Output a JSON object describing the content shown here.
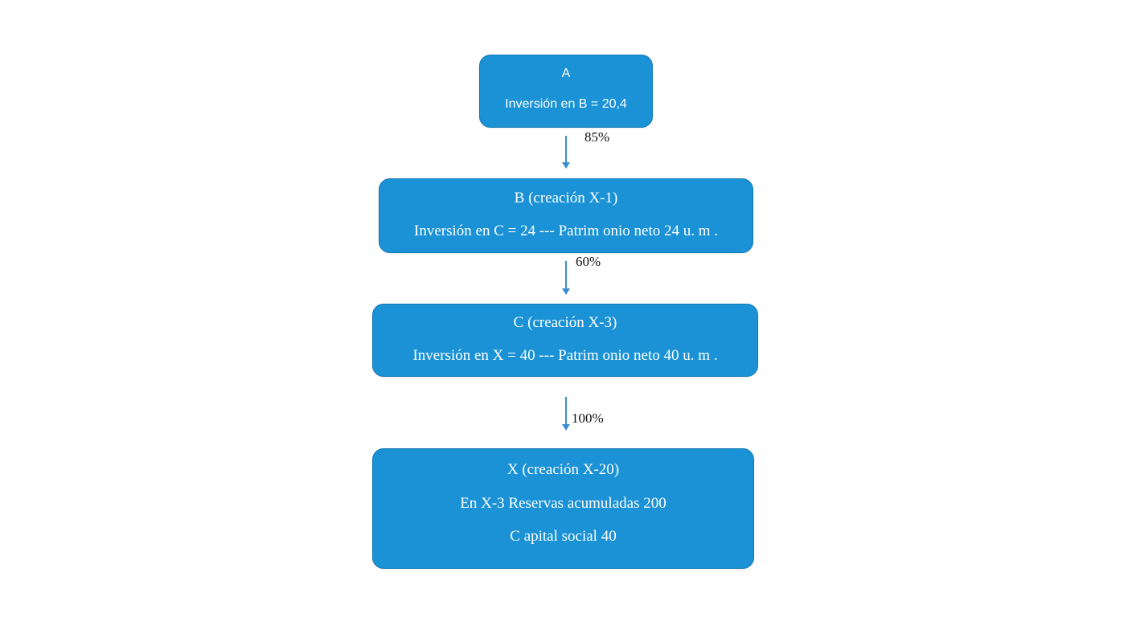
{
  "diagram": {
    "nodes": [
      {
        "id": "A",
        "title": "A",
        "lines": [
          "Inversión en B = 20,4"
        ]
      },
      {
        "id": "B",
        "title": "B (creación X-1)",
        "lines": [
          "Inversión en C = 24 --- Patrim onio neto 24 u. m ."
        ]
      },
      {
        "id": "C",
        "title": "C (creación X-3)",
        "lines": [
          "Inversión en X = 40 --- Patrim onio neto 40 u. m ."
        ]
      },
      {
        "id": "X",
        "title": "X (creación X-20)",
        "lines": [
          "En X-3 Reservas acumuladas 200",
          "C apital social 40"
        ]
      }
    ],
    "edges": [
      {
        "from": "A",
        "to": "B",
        "label": "85%"
      },
      {
        "from": "B",
        "to": "C",
        "label": "60%"
      },
      {
        "from": "C",
        "to": "X",
        "label": "100%"
      }
    ],
    "colors": {
      "box_fill": "#1a92d5",
      "box_border": "#1379b4",
      "arrow": "#3a8ed0",
      "box_text": "#ffffff",
      "label_text": "#111111"
    }
  }
}
